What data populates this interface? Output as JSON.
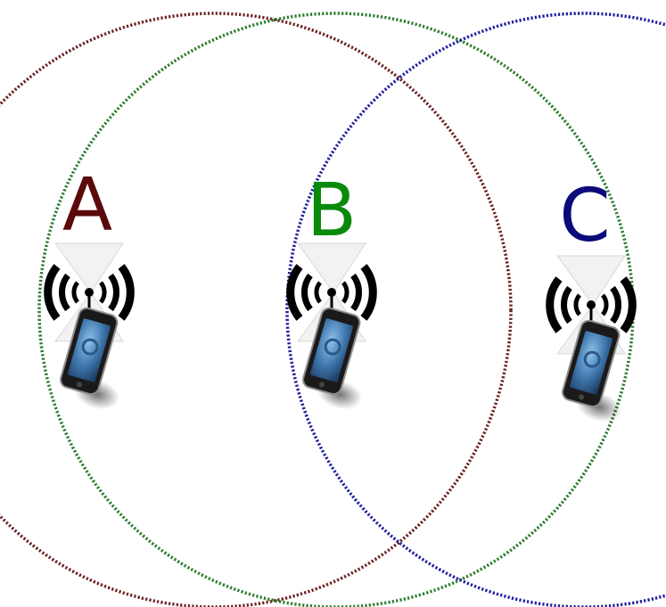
{
  "nodes": [
    {
      "id": "A",
      "label": "A",
      "color": "#5a0a0a",
      "range_color": "#6b2222"
    },
    {
      "id": "B",
      "label": "B",
      "color": "#0a8a0a",
      "range_color": "#2e7d2e"
    },
    {
      "id": "C",
      "label": "C",
      "color": "#0a0a7a",
      "range_color": "#1f1f9e"
    }
  ],
  "icons": {
    "antenna": "wireless-antenna-icon",
    "device": "mobile-phone-icon"
  },
  "colors": {
    "background": "#ffffff",
    "signal_arcs": "#000000",
    "phone_screen": "#4f86b8",
    "phone_body": "#1a1a1a"
  }
}
